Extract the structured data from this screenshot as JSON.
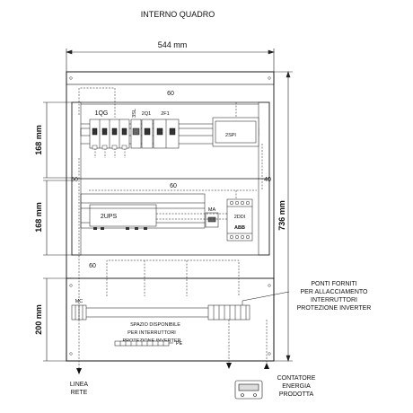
{
  "title": "INTERNO QUADRO",
  "dimensions": {
    "width": "544 mm",
    "height": "736 mm",
    "section_top": "168 mm",
    "section_middle": "168 mm",
    "section_bottom": "200 mm"
  },
  "spacings": {
    "top": "60",
    "left": "60",
    "mid": "60",
    "right": "40",
    "lower": "60"
  },
  "components": {
    "main_switch": "1QG",
    "spd": "3SL",
    "breaker_2q1": "2Q1",
    "breaker_2f1": "2F1",
    "module_2spi": "2SPI",
    "ups": "2UPS",
    "ma": "MA",
    "ddi": "2DDI",
    "abb_logo": "ABB",
    "mc": "MC",
    "pe": "PE"
  },
  "notes": {
    "spare_space": [
      "SPAZIO DISPONIBILE",
      "PER INTERRUTTORI",
      "PROTEZIONE INVERTER"
    ],
    "terminals": [
      "PONTI FORNITI",
      "PER ALLACCIAMENTO",
      "INTERRUTTORI",
      "PROTEZIONE INVERTER"
    ]
  },
  "external": {
    "grid_line": [
      "LINEA",
      "RETE"
    ],
    "energy_meter": [
      "CONTATORE",
      "ENERGIA",
      "PRODOTTA"
    ]
  }
}
